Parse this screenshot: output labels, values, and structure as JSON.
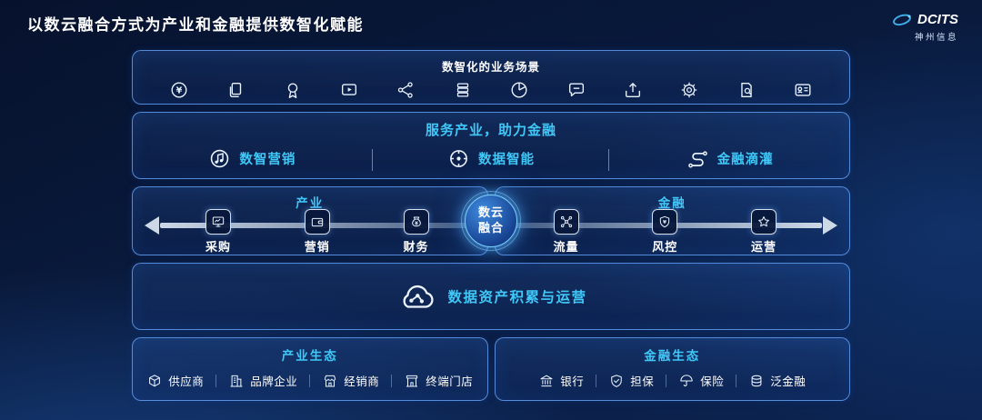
{
  "page": {
    "title": "以数云融合方式为产业和金融提供数智化赋能"
  },
  "logo": {
    "brand": "DCITS",
    "company": "神州信息"
  },
  "colors": {
    "accent_cyan": "#3FC8F8",
    "panel_border": "#609EEE",
    "background": "#0A1D42",
    "arrow_gray": "#CCD8E6"
  },
  "scenarios": {
    "title": "数智化的业务场景",
    "icons": [
      "yen-coin-icon",
      "documents-icon",
      "medal-icon",
      "video-icon",
      "network-icon",
      "stack-icon",
      "pie-chart-icon",
      "chat-icon",
      "upload-icon",
      "gear-icon",
      "doc-search-icon",
      "id-card-icon"
    ]
  },
  "services": {
    "title": "服务产业，助力金融",
    "items": [
      {
        "label": "数智营销",
        "icon": "music-note-icon"
      },
      {
        "label": "数据智能",
        "icon": "target-icon"
      },
      {
        "label": "金融滴灌",
        "icon": "irrigation-icon"
      }
    ]
  },
  "flow": {
    "industry": {
      "title": "产业",
      "items": [
        {
          "label": "采购",
          "icon": "monitor-chart-icon"
        },
        {
          "label": "营销",
          "icon": "wallet-icon"
        },
        {
          "label": "财务",
          "icon": "money-bag-icon"
        }
      ]
    },
    "center": {
      "line1": "数云",
      "line2": "融合"
    },
    "finance": {
      "title": "金融",
      "items": [
        {
          "label": "流量",
          "icon": "nodes-icon"
        },
        {
          "label": "风控",
          "icon": "shield-yen-icon"
        },
        {
          "label": "运营",
          "icon": "star-icon"
        }
      ]
    }
  },
  "data_asset": {
    "title": "数据资产积累与运营",
    "icon": "cloud-data-icon"
  },
  "ecosystems": {
    "industry": {
      "title": "产业生态",
      "items": [
        {
          "label": "供应商",
          "icon": "cube-icon"
        },
        {
          "label": "品牌企业",
          "icon": "building-icon"
        },
        {
          "label": "经销商",
          "icon": "storefront-icon"
        },
        {
          "label": "终端门店",
          "icon": "shop-icon"
        }
      ]
    },
    "finance": {
      "title": "金融生态",
      "items": [
        {
          "label": "银行",
          "icon": "bank-icon"
        },
        {
          "label": "担保",
          "icon": "shield-check-icon"
        },
        {
          "label": "保险",
          "icon": "umbrella-icon"
        },
        {
          "label": "泛金融",
          "icon": "coins-icon"
        }
      ]
    }
  }
}
